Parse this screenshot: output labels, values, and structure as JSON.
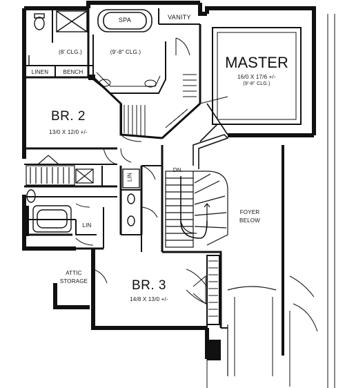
{
  "rooms": {
    "master": {
      "name": "MASTER",
      "dims": "16/0 X 17/6 +/-",
      "ceiling": "(9'-8\" CLG.)"
    },
    "br2": {
      "name": "BR. 2",
      "dims": "13/0 X 12/0 +/-"
    },
    "br3": {
      "name": "BR. 3",
      "dims": "14/8 X 13/0 +/-"
    },
    "spa": {
      "name": "SPA"
    },
    "vanity": {
      "name": "VANITY"
    },
    "bath_ceiling": "(9'-8\" CLG.)",
    "wc_ceiling": "(8' CLG.)",
    "linen": "LINEN",
    "bench": "BENCH",
    "lin_upper": "LIN",
    "lin_lower": "LIN",
    "attic": {
      "line1": "ATTIC",
      "line2": "STORAGE"
    },
    "foyer": {
      "line1": "FOYER",
      "line2": "BELOW"
    },
    "stair_dn": "DN."
  }
}
